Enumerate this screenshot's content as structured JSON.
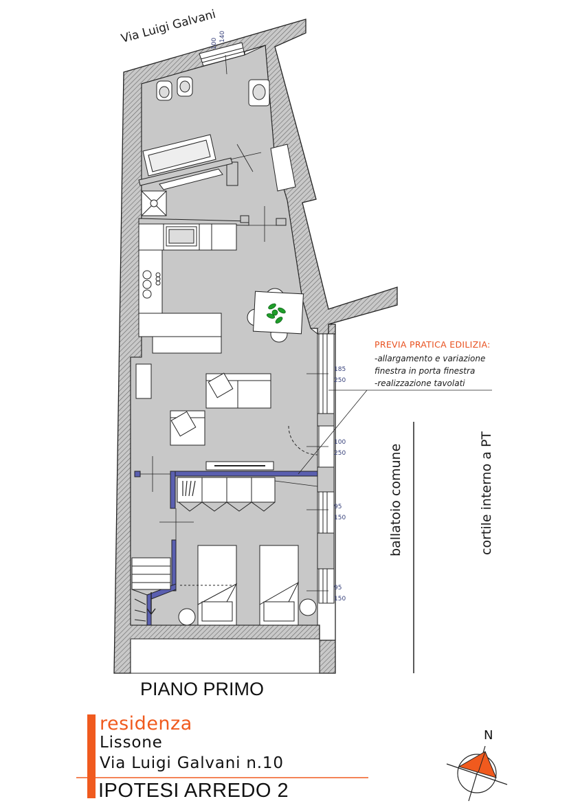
{
  "plan": {
    "street": "Via Luigi Galvani",
    "note_title": "PREVIA PRATICA EDILIZIA:",
    "note_lines": [
      "-allargamento e variazione",
      "finestra in porta finestra",
      "-realizzazione tavolati"
    ],
    "dims": {
      "top_a": "100",
      "top_b": "140",
      "w1_a": "185",
      "w1_b": "250",
      "w2_a": "100",
      "w2_b": "250",
      "w3_a": "95",
      "w3_b": "150",
      "w4_a": "95",
      "w4_b": "150"
    },
    "ballatoio": "ballatoio comune",
    "cortile": "cortile interno a PT",
    "floor_title": "PIANO PRIMO"
  },
  "title_block": {
    "residenza": "residenza",
    "city": "Lissone",
    "address": "Via Luigi Galvani n.10",
    "hypothesis": "IPOTESI ARREDO 2",
    "accent_color": "#f05a1e"
  },
  "north": {
    "label": "N"
  },
  "colors": {
    "floor": "#c8c8c8",
    "wall": "#bdbdbd",
    "new_wall": "#5a5fb0",
    "accent": "#f05a1e",
    "plant": "#1f9e2a"
  }
}
